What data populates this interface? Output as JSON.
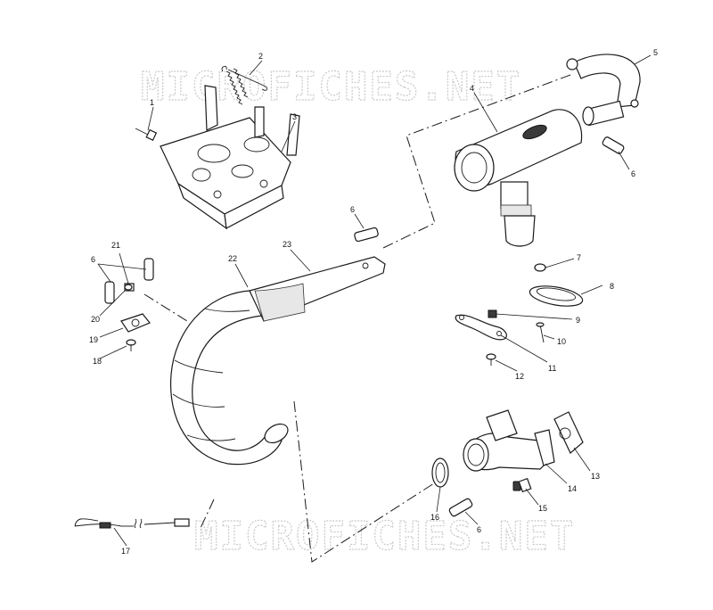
{
  "watermark": {
    "top": "MICROFICHES.NET",
    "bottom": "MICROFICHES.NET"
  },
  "callouts": [
    {
      "id": "c1",
      "label": "1"
    },
    {
      "id": "c2",
      "label": "2"
    },
    {
      "id": "c3",
      "label": "3"
    },
    {
      "id": "c4",
      "label": "4"
    },
    {
      "id": "c5",
      "label": "5"
    },
    {
      "id": "c6a",
      "label": "6"
    },
    {
      "id": "c6b",
      "label": "6"
    },
    {
      "id": "c6c",
      "label": "6"
    },
    {
      "id": "c6d",
      "label": "6"
    },
    {
      "id": "c7",
      "label": "7"
    },
    {
      "id": "c8",
      "label": "8"
    },
    {
      "id": "c9",
      "label": "9"
    },
    {
      "id": "c10",
      "label": "10"
    },
    {
      "id": "c11",
      "label": "11"
    },
    {
      "id": "c12",
      "label": "12"
    },
    {
      "id": "c13",
      "label": "13"
    },
    {
      "id": "c14",
      "label": "14"
    },
    {
      "id": "c15",
      "label": "15"
    },
    {
      "id": "c16",
      "label": "16"
    },
    {
      "id": "c17",
      "label": "17"
    },
    {
      "id": "c18",
      "label": "18"
    },
    {
      "id": "c19",
      "label": "19"
    },
    {
      "id": "c20",
      "label": "20"
    },
    {
      "id": "c21",
      "label": "21"
    },
    {
      "id": "c22",
      "label": "22"
    },
    {
      "id": "c23",
      "label": "23"
    }
  ]
}
